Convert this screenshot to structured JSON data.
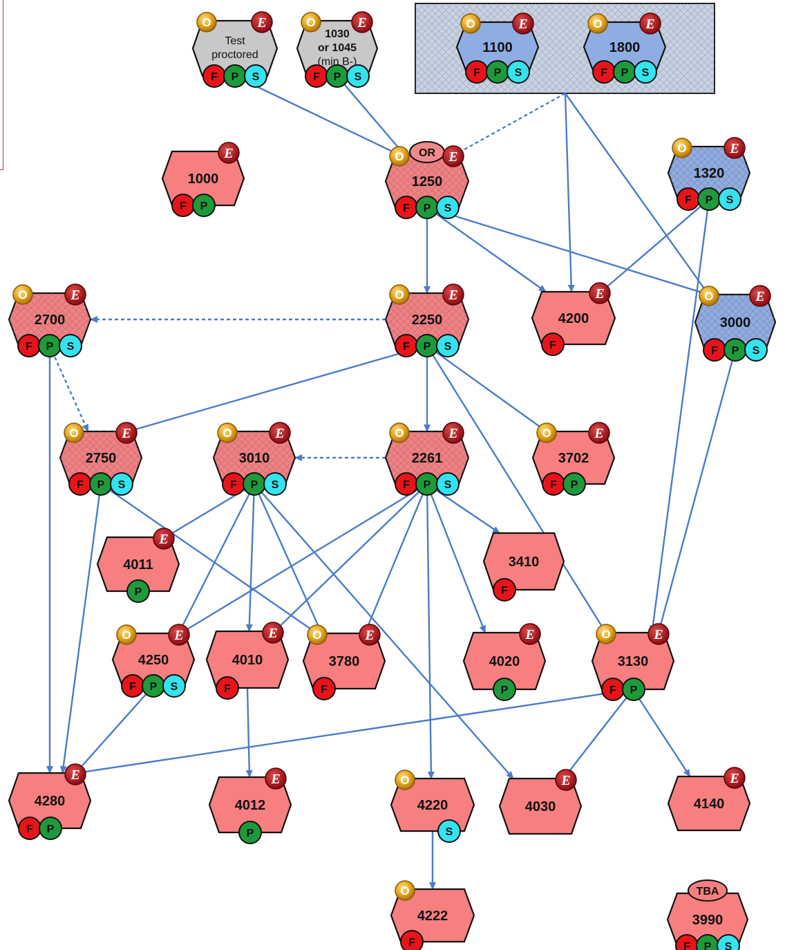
{
  "group_badges": {
    "O": "O",
    "E": "E",
    "F": "F",
    "P": "P",
    "S": "S"
  },
  "colors": {
    "node_red": "#f77f7f",
    "node_blue": "#8eaee3",
    "node_gray": "#c8c8c8",
    "group_bg": "#c6d3e3",
    "edge": "#4a7cc7",
    "badge_F": "#e8141a",
    "badge_P": "#1e9a3c",
    "badge_S": "#35e3ee",
    "badge_E": "#a81218",
    "badge_O": "#e0a21a"
  },
  "nodes": [
    {
      "id": "test",
      "lines": [
        "Test",
        "proctored"
      ],
      "fill": "gray",
      "O": true,
      "E": true,
      "badges": [
        "F",
        "P",
        "S"
      ]
    },
    {
      "id": "1030",
      "lines": [
        "1030",
        "or 1045",
        "(min B-)"
      ],
      "fill": "gray",
      "O": true,
      "E": true,
      "badges": [
        "F",
        "P",
        "S"
      ]
    },
    {
      "id": "1100",
      "lines": [
        "1100"
      ],
      "fill": "blue",
      "O": true,
      "E": true,
      "badges": [
        "F",
        "P",
        "S"
      ]
    },
    {
      "id": "1800",
      "lines": [
        "1800"
      ],
      "fill": "blue",
      "O": true,
      "E": true,
      "badges": [
        "F",
        "P",
        "S"
      ]
    },
    {
      "id": "1000",
      "lines": [
        "1000"
      ],
      "fill": "red",
      "O": false,
      "E": true,
      "badges": [
        "F",
        "P"
      ]
    },
    {
      "id": "1250",
      "lines": [
        "1250"
      ],
      "fill": "red",
      "hatch": true,
      "O": true,
      "E": true,
      "badges": [
        "F",
        "P",
        "S"
      ],
      "tag": "OR"
    },
    {
      "id": "1320",
      "lines": [
        "1320"
      ],
      "fill": "blue",
      "hatch": true,
      "O": true,
      "E": true,
      "badges": [
        "F",
        "P",
        "S"
      ]
    },
    {
      "id": "2700",
      "lines": [
        "2700"
      ],
      "fill": "red",
      "hatch": true,
      "O": true,
      "E": true,
      "badges": [
        "F",
        "P",
        "S"
      ]
    },
    {
      "id": "2250",
      "lines": [
        "2250"
      ],
      "fill": "red",
      "hatch": true,
      "O": true,
      "E": true,
      "badges": [
        "F",
        "P",
        "S"
      ]
    },
    {
      "id": "4200",
      "lines": [
        "4200"
      ],
      "fill": "red",
      "O": false,
      "E": true,
      "badges": [
        "F"
      ]
    },
    {
      "id": "3000",
      "lines": [
        "3000"
      ],
      "fill": "blue",
      "hatch": true,
      "O": true,
      "E": true,
      "badges": [
        "F",
        "P",
        "S"
      ]
    },
    {
      "id": "2750",
      "lines": [
        "2750"
      ],
      "fill": "red",
      "hatch": true,
      "O": true,
      "E": true,
      "badges": [
        "F",
        "P",
        "S"
      ]
    },
    {
      "id": "3010",
      "lines": [
        "3010"
      ],
      "fill": "red",
      "hatch": true,
      "O": true,
      "E": true,
      "badges": [
        "F",
        "P",
        "S"
      ]
    },
    {
      "id": "2261",
      "lines": [
        "2261"
      ],
      "fill": "red",
      "hatch": true,
      "O": true,
      "E": true,
      "badges": [
        "F",
        "P",
        "S"
      ]
    },
    {
      "id": "3702",
      "lines": [
        "3702"
      ],
      "fill": "red",
      "O": true,
      "E": true,
      "badges": [
        "F",
        "P"
      ]
    },
    {
      "id": "4011",
      "lines": [
        "4011"
      ],
      "fill": "red",
      "O": false,
      "E": true,
      "badges": [
        "P"
      ]
    },
    {
      "id": "3410",
      "lines": [
        "3410"
      ],
      "fill": "red",
      "O": false,
      "E": false,
      "badges": [
        "F"
      ]
    },
    {
      "id": "4250",
      "lines": [
        "4250"
      ],
      "fill": "red",
      "O": true,
      "E": true,
      "badges": [
        "F",
        "P",
        "S"
      ]
    },
    {
      "id": "4010",
      "lines": [
        "4010"
      ],
      "fill": "red",
      "O": false,
      "E": true,
      "badges": [
        "F"
      ]
    },
    {
      "id": "3780",
      "lines": [
        "3780"
      ],
      "fill": "red",
      "O": true,
      "E": true,
      "badges": [
        "F"
      ]
    },
    {
      "id": "4020",
      "lines": [
        "4020"
      ],
      "fill": "red",
      "O": false,
      "E": true,
      "badges": [
        "P"
      ]
    },
    {
      "id": "3130",
      "lines": [
        "3130"
      ],
      "fill": "red",
      "O": true,
      "E": true,
      "badges": [
        "F",
        "P"
      ]
    },
    {
      "id": "4280",
      "lines": [
        "4280"
      ],
      "fill": "red",
      "O": false,
      "E": true,
      "badges": [
        "F",
        "P"
      ]
    },
    {
      "id": "4012",
      "lines": [
        "4012"
      ],
      "fill": "red",
      "O": false,
      "E": true,
      "badges": [
        "P"
      ]
    },
    {
      "id": "4220",
      "lines": [
        "4220"
      ],
      "fill": "red",
      "O": true,
      "E": false,
      "badges": [
        "S"
      ]
    },
    {
      "id": "4030",
      "lines": [
        "4030"
      ],
      "fill": "red",
      "O": false,
      "E": true,
      "badges": []
    },
    {
      "id": "4140",
      "lines": [
        "4140"
      ],
      "fill": "red",
      "O": false,
      "E": true,
      "badges": []
    },
    {
      "id": "4222",
      "lines": [
        "4222"
      ],
      "fill": "red",
      "O": true,
      "E": false,
      "badges": [
        "F"
      ]
    },
    {
      "id": "3990",
      "lines": [
        "3990"
      ],
      "fill": "red",
      "O": false,
      "E": false,
      "badges": [
        "F",
        "P",
        "S"
      ],
      "tag": "TBA"
    }
  ],
  "edges": [
    {
      "from": "test",
      "to": "1250"
    },
    {
      "from": "1030",
      "to": "1250"
    },
    {
      "from": "group",
      "to": "1250",
      "dashed": true
    },
    {
      "from": "group",
      "to": "4200"
    },
    {
      "from": "group",
      "to": "3000"
    },
    {
      "from": "1250",
      "to": "2250"
    },
    {
      "from": "1250",
      "to": "4200"
    },
    {
      "from": "1250",
      "to": "3000"
    },
    {
      "from": "1320",
      "to": "4200"
    },
    {
      "from": "1320",
      "to": "3130"
    },
    {
      "from": "2250",
      "to": "2700",
      "dashed": true
    },
    {
      "from": "2250",
      "to": "2750"
    },
    {
      "from": "2250",
      "to": "2261"
    },
    {
      "from": "2250",
      "to": "3702"
    },
    {
      "from": "2250",
      "to": "3130"
    },
    {
      "from": "2700",
      "to": "2750",
      "dashed": true
    },
    {
      "from": "2700",
      "to": "4280"
    },
    {
      "from": "3000",
      "to": "3130"
    },
    {
      "from": "2261",
      "to": "3010",
      "dashed": true
    },
    {
      "from": "2750",
      "to": "4280"
    },
    {
      "from": "2750",
      "to": "3780"
    },
    {
      "from": "3010",
      "to": "4011"
    },
    {
      "from": "3010",
      "to": "4250"
    },
    {
      "from": "3010",
      "to": "4010"
    },
    {
      "from": "3010",
      "to": "3780"
    },
    {
      "from": "3010",
      "to": "4030"
    },
    {
      "from": "2261",
      "to": "3410"
    },
    {
      "from": "2261",
      "to": "4250"
    },
    {
      "from": "2261",
      "to": "4010"
    },
    {
      "from": "2261",
      "to": "3780"
    },
    {
      "from": "2261",
      "to": "4020"
    },
    {
      "from": "2261",
      "to": "4220"
    },
    {
      "from": "4250",
      "to": "4280"
    },
    {
      "from": "4010",
      "to": "4012"
    },
    {
      "from": "3130",
      "to": "4280"
    },
    {
      "from": "3130",
      "to": "4030"
    },
    {
      "from": "3130",
      "to": "4140"
    },
    {
      "from": "4220",
      "to": "4222"
    }
  ]
}
